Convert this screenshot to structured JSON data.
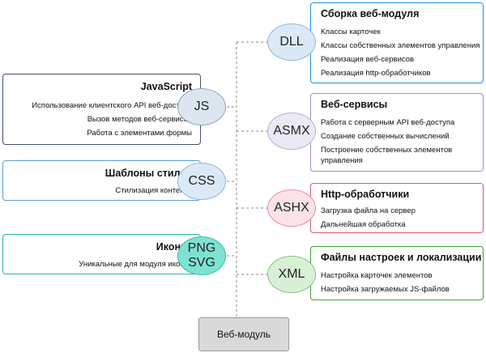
{
  "root": {
    "label": "Веб-модуль"
  },
  "left_groups": [
    {
      "title": "JavaScript",
      "bubble": "JS",
      "items": [
        "Использование клиентского API веб-доступа",
        "Вызов методов веб-сервисов",
        "Работа с элементами формы"
      ],
      "color": "#44546a",
      "fill": "#dce6f1"
    },
    {
      "title": "Шаблоны стилей",
      "bubble": "CSS",
      "items": [
        "Стилизация контента"
      ],
      "color": "#5b9bd5",
      "fill": "#dbe9f6"
    },
    {
      "title": "Иконки",
      "bubble": "PNG\nSVG",
      "items": [
        "Уникальные для модуля иконки"
      ],
      "color": "#2bb5a0",
      "fill": "#7ee2d3"
    }
  ],
  "right_groups": [
    {
      "title": "Сборка веб-модуля",
      "bubble": "DLL",
      "items": [
        "Классы карточек",
        "Классы собственных элементов управления",
        "Реализация веб-сервисов",
        "Реализация http-обработчиков"
      ],
      "color": "#1e90e0",
      "fill": "#dbe9f6"
    },
    {
      "title": "Веб-сервисы",
      "bubble": "ASMX",
      "items": [
        "Работа с серверным API веб-доступа",
        "Создание собственных вычислений",
        "Построение собственных элементов управления"
      ],
      "color": "#9b8fc9",
      "fill": "#ece9f6"
    },
    {
      "title": "Http-обработчики",
      "bubble": "ASHX",
      "items": [
        "Загрузка файла на сервер",
        "Дальнейшая обработка"
      ],
      "color": "#e05a70",
      "fill": "#fbe3e7"
    },
    {
      "title": "Файлы настроек и локализации",
      "bubble": "XML",
      "items": [
        "Настройка карточек элементов",
        "Настройка загружаемых JS-файлов"
      ],
      "color": "#3aa53a",
      "fill": "#d8f0d6"
    }
  ]
}
